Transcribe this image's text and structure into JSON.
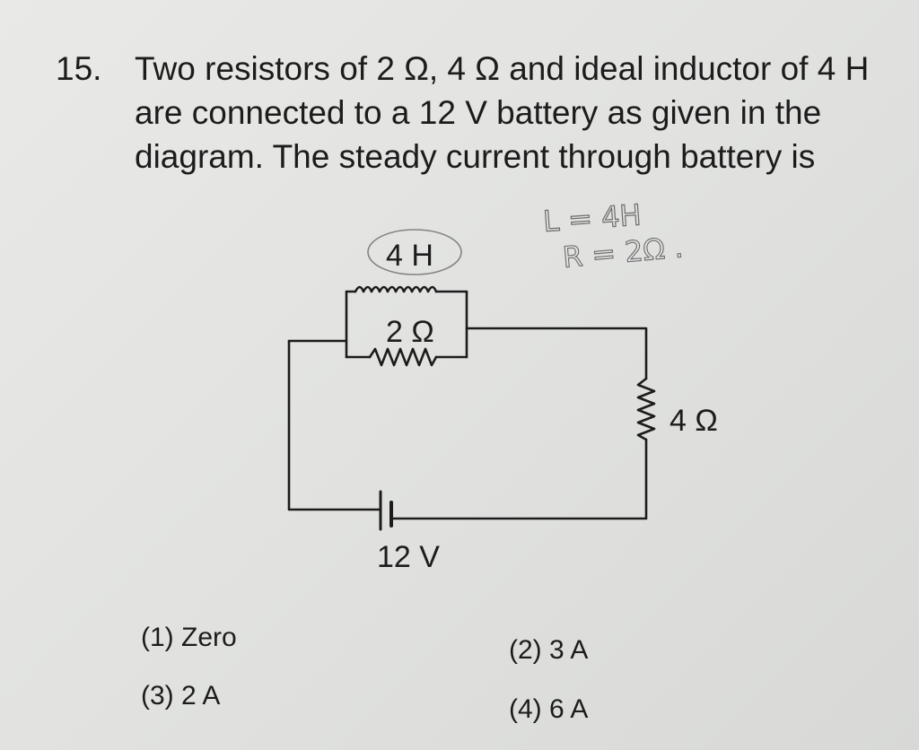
{
  "question": {
    "number": "15.",
    "text": "Two resistors of 2 Ω, 4 Ω and ideal inductor of 4 H are connected to a 12 V battery as given in the diagram. The steady current through battery is"
  },
  "circuit": {
    "inductor_label": "4 H",
    "resistor_parallel_label": "2 Ω",
    "resistor_side_label": "4 Ω",
    "battery_label": "12 V",
    "handwritten_note_1": "L = 4H",
    "handwritten_note_2": "R = 2Ω ."
  },
  "options": [
    {
      "number": "(1)",
      "text": "Zero"
    },
    {
      "number": "(2)",
      "text": "3 A"
    },
    {
      "number": "(3)",
      "text": "2 A"
    },
    {
      "number": "(4)",
      "text": "6 A"
    }
  ]
}
